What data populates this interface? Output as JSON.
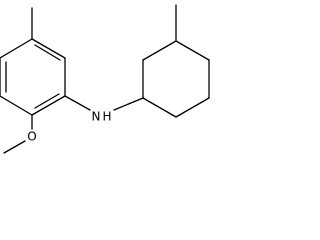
{
  "molecule": {
    "atoms": {
      "nitrogen_label": "N",
      "nitrogen_hydrogen_label": "H",
      "oxygen_label": "O"
    },
    "colors": {
      "bond": "#000000",
      "label": "#000000",
      "background": "#ffffff"
    }
  }
}
